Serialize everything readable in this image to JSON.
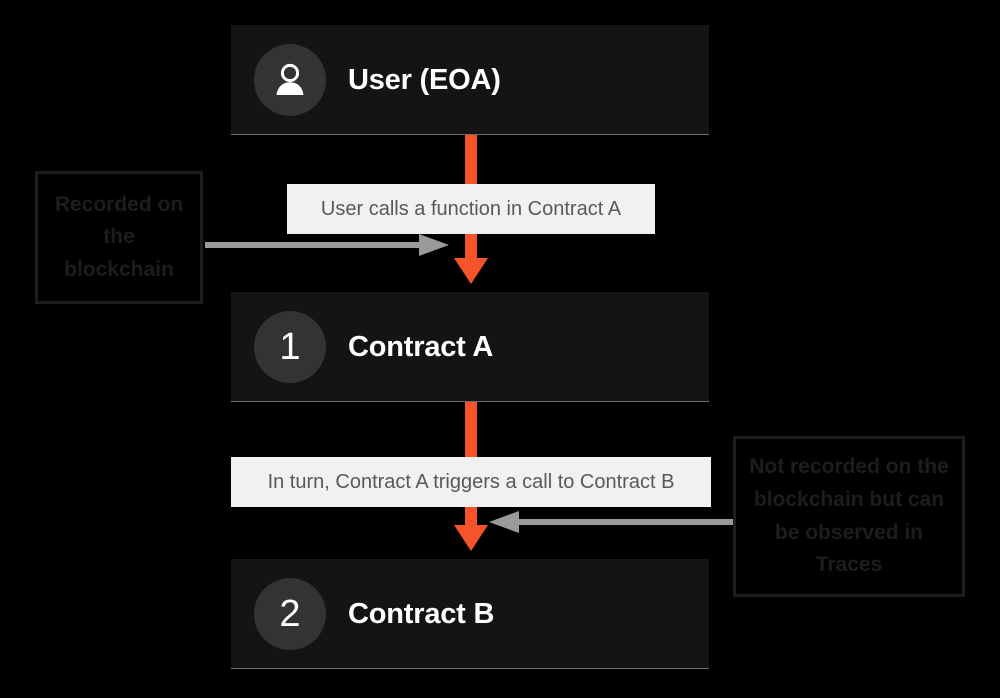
{
  "diagram": {
    "background_color": "#000000",
    "accent_color": "#f6532b",
    "card_color": "#141414",
    "badge_color": "#333333",
    "caption_background": "#f1f1f1",
    "caption_text_color": "#59595c",
    "connector_color": "#9a9a9a",
    "annotation_text_color": "#1d1d1d",
    "nodes": [
      {
        "icon": "person-icon",
        "badge": "",
        "label": "User (EOA)"
      },
      {
        "icon": "number-badge",
        "badge": "1",
        "label": "Contract A"
      },
      {
        "icon": "number-badge",
        "badge": "2",
        "label": "Contract B"
      }
    ],
    "captions": [
      {
        "text": "User calls a function in Contract A"
      },
      {
        "text": "In turn, Contract A triggers a call to Contract B"
      }
    ],
    "annotations": [
      {
        "text": "Recorded on the blockchain"
      },
      {
        "text": "Not recorded on the blockchain but can be observed in Traces"
      }
    ]
  }
}
